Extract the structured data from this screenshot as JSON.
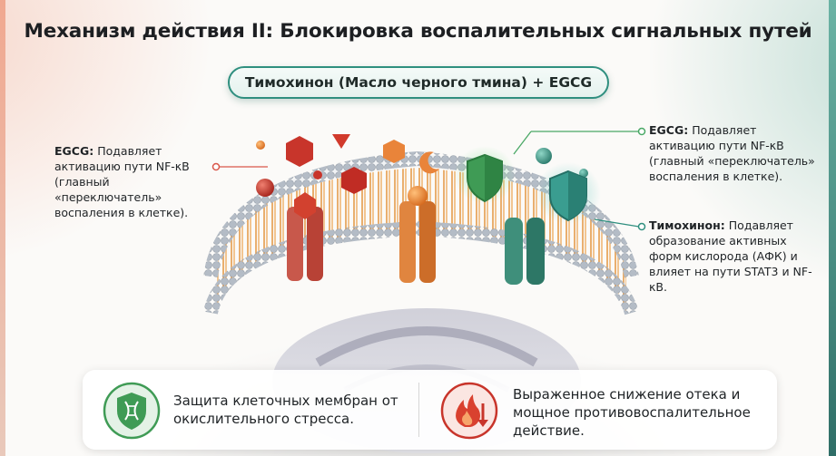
{
  "title": {
    "bold": "Механизм действия II:",
    "rest": "Блокировка воспалительных сигнальных путей"
  },
  "pill": "Тимохинон (Масло черного тмина) + EGCG",
  "notes": {
    "left": {
      "label": "EGCG:",
      "text": "Подавляет активацию пути NF-κB (главный «переключатель» воспаления в клетке)."
    },
    "right_top": {
      "label": "EGCG:",
      "text": "Подавляет активацию пути NF-κB (главный «переключатель» воспаления в клетке)."
    },
    "right_bottom": {
      "label": "Тимохинон:",
      "text": "Подавляет образование активных форм кислорода (АФК) и влияет на пути STAT3 и NF-κB."
    }
  },
  "benefits": [
    {
      "icon": "shield-dna-icon",
      "text": "Защита клеточных мембран от окислительного стресса."
    },
    {
      "icon": "flame-down-arrow-icon",
      "text": "Выраженное снижение отека и мощное противовоспалительное действие."
    }
  ],
  "colors": {
    "teal": "#2f8f7f",
    "red": "#c8352b",
    "orange": "#e9843a",
    "green": "#3f9b55",
    "membrane_head": "#b9c0c8",
    "membrane_tail": "#e7a154"
  }
}
